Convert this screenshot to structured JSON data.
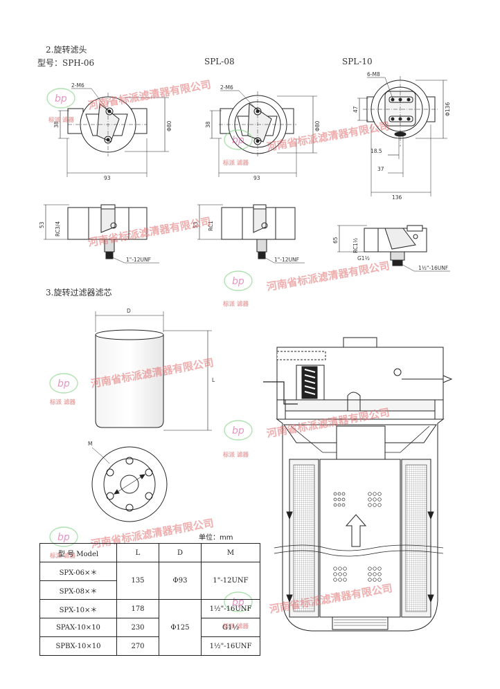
{
  "sections": {
    "s2_title": "2.旋转滤头",
    "s3_title": "3.旋转过滤器滤芯"
  },
  "models": {
    "prefix": "型号：",
    "sph06": "SPH-06",
    "spl08": "SPL-08",
    "spl10": "SPL-10"
  },
  "dims": {
    "m6": "2-M6",
    "m8": "6-M8",
    "d38": "38",
    "phi80": "Φ80",
    "w93": "93",
    "d47": "47",
    "phi136": "Φ136",
    "d185": "18.5",
    "d37": "37",
    "w136": "136",
    "h53": "53",
    "rc34": "RC3/4",
    "rc1": "RC1",
    "unf1": "1\"-12UNF",
    "h65": "65",
    "rc112": "RC1½",
    "g112": "G1½",
    "unf112": "1½\"-16UNF",
    "D": "D",
    "L": "L",
    "M": "M"
  },
  "watermark": {
    "company": "河南省标派滤清器有限公司",
    "short": "标派  滤器"
  },
  "table": {
    "unit": "单位：mm",
    "headers": [
      "型  号 Model",
      "L",
      "D",
      "M"
    ],
    "rows": [
      {
        "model": "SPX-06×＊",
        "L": "135",
        "D": "Φ93",
        "M": "1\"-12UNF"
      },
      {
        "model": "SPX-08×＊",
        "L": "",
        "D": "",
        "M": ""
      },
      {
        "model": "SPX-10×＊",
        "L": "178",
        "D": "Φ125",
        "M": "1½\"-16UNF"
      },
      {
        "model": "SPAX-10×10",
        "L": "230",
        "D": "",
        "M": "G1½"
      },
      {
        "model": "SPBX-10×10",
        "L": "270",
        "D": "",
        "M": "1½\"-16UNF"
      }
    ]
  }
}
